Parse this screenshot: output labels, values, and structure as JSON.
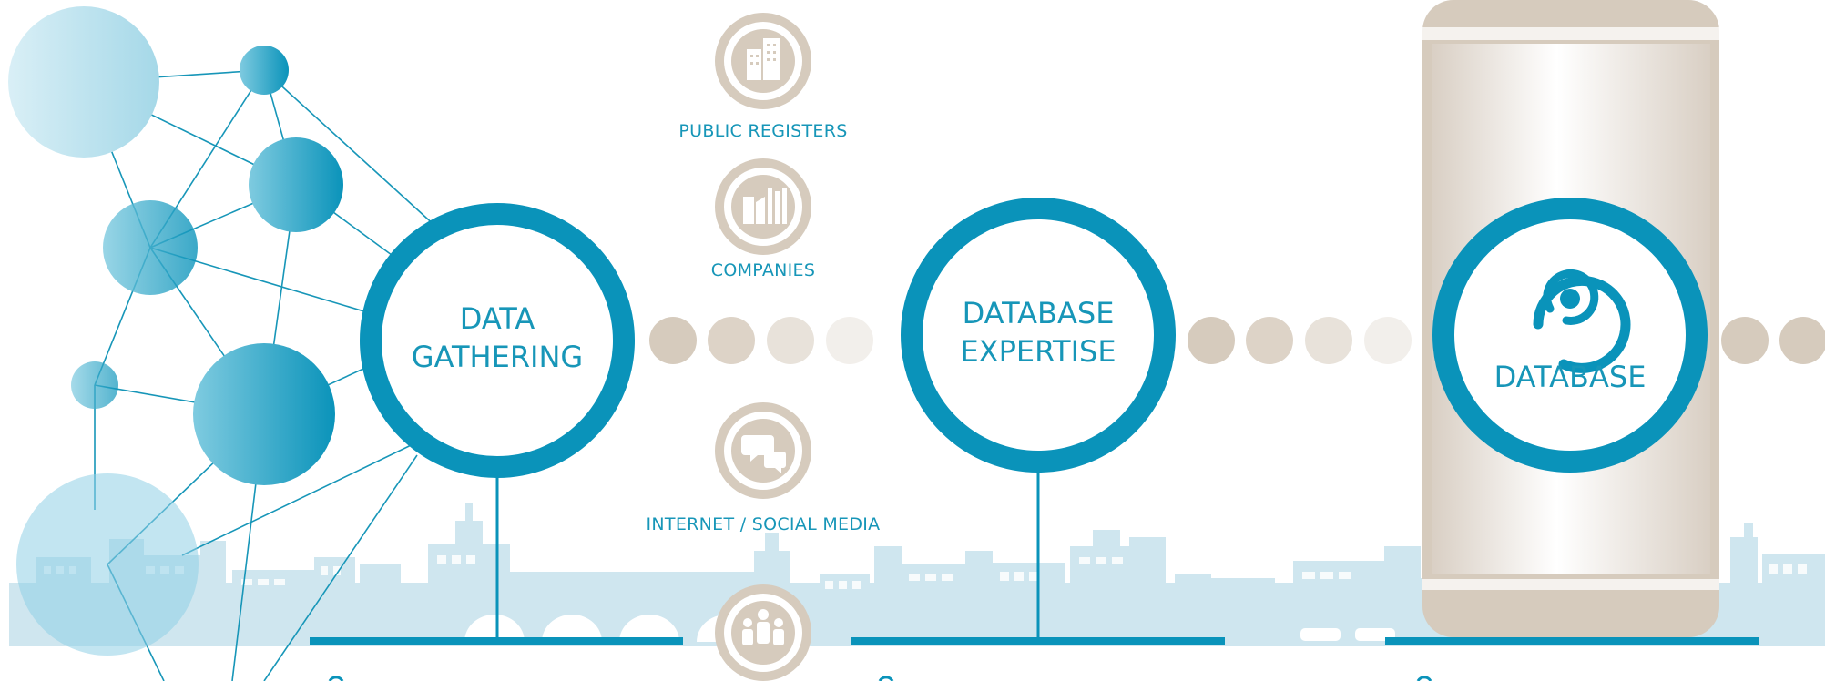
{
  "colors": {
    "accent": "#0a93ba",
    "beige": "#d6cbbd",
    "skyline": "#cfe6ef",
    "text": "#1796b8"
  },
  "sources": [
    {
      "label": "PUBLIC REGISTERS",
      "icon": "building-icon"
    },
    {
      "label": "COMPANIES",
      "icon": "factory-icon"
    },
    {
      "label": "INTERNET / SOCIAL MEDIA",
      "icon": "chat-bubbles-icon"
    },
    {
      "label": "",
      "icon": "people-group-icon"
    }
  ],
  "steps": [
    {
      "line1": "DATA",
      "line2": "GATHERING"
    },
    {
      "line1": "DATABASE",
      "line2": "EXPERTISE"
    },
    {
      "line1": "DATABASE",
      "icon": "database-target-icon"
    }
  ]
}
